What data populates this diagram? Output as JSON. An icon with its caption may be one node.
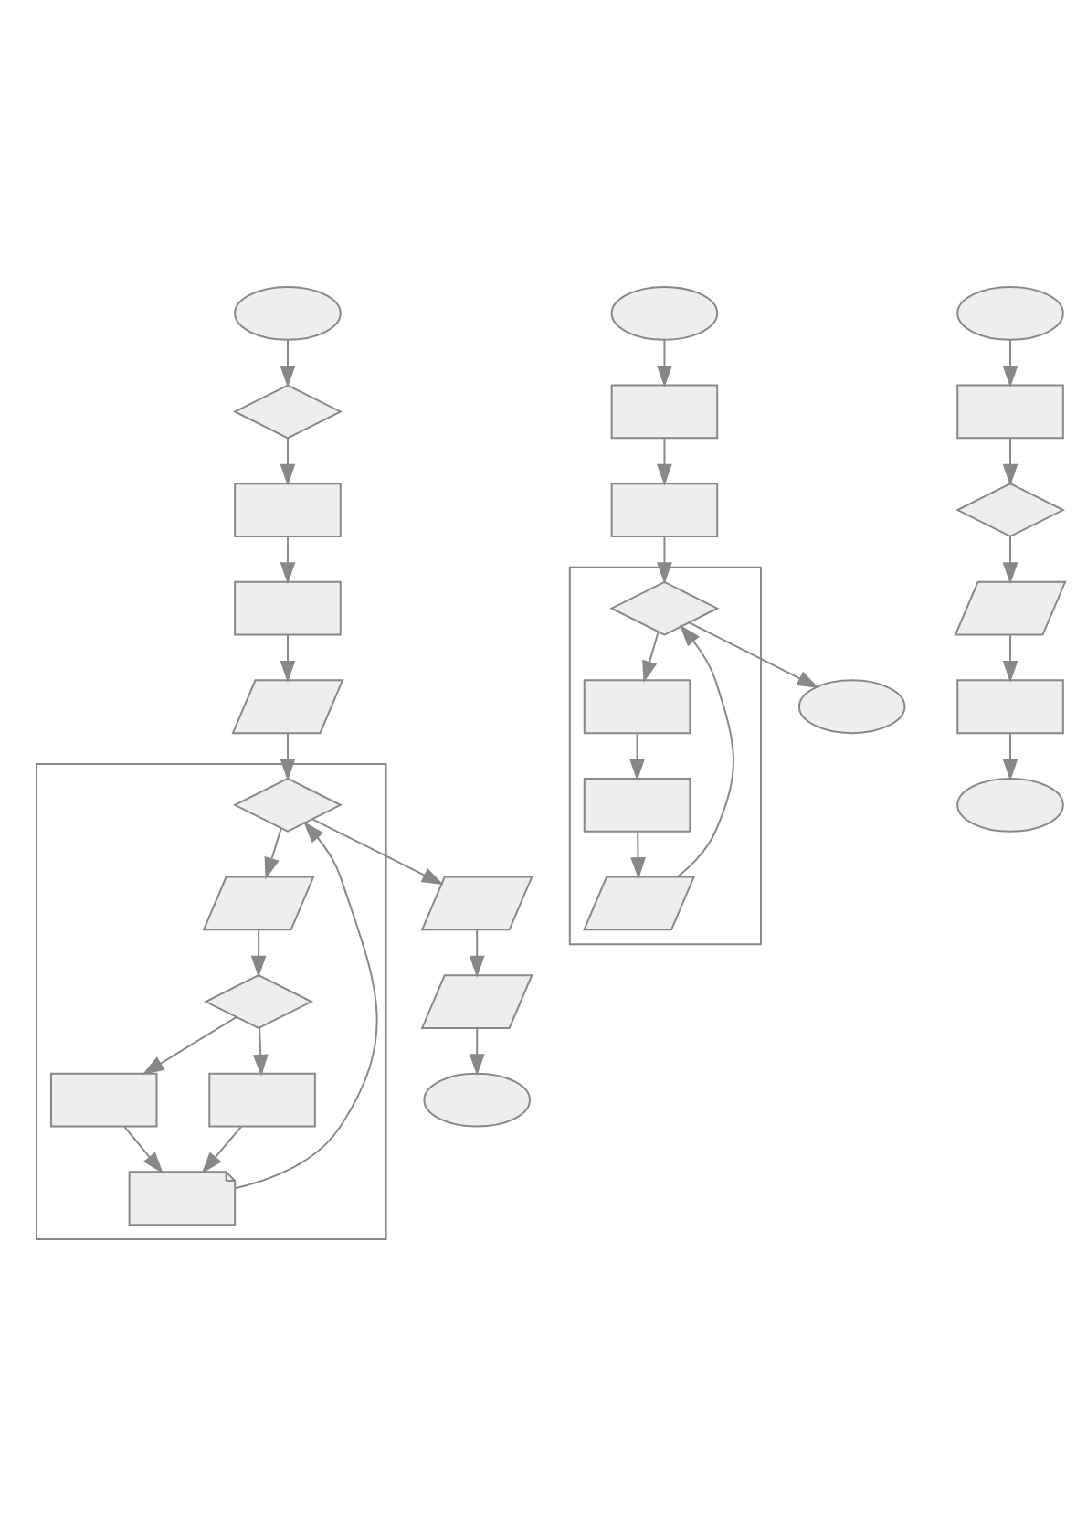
{
  "diagram": {
    "nodes": [
      {
        "text": [],
        "shape": "ellipse"
      },
      {
        "text": [],
        "shape": "diamond"
      },
      {
        "text": [],
        "shape": "box"
      },
      {
        "text": [],
        "shape": "box"
      },
      {
        "text": [],
        "shape": "parallelogram"
      },
      {
        "text": [],
        "shape": "box"
      },
      {
        "text": [],
        "shape": "diamond",
        "in": 5
      },
      {
        "text": [],
        "shape": "parallelogram",
        "in": 5
      },
      {
        "text": [],
        "shape": "diamond",
        "in": 5
      },
      {
        "text": [],
        "shape": "box",
        "in": 5
      },
      {
        "text": [],
        "shape": "box",
        "in": 5
      },
      {
        "text": [],
        "shape": "document",
        "in": 5
      },
      {
        "text": [],
        "shape": "parallelogram"
      },
      {
        "text": [],
        "shape": "parallelogram"
      },
      {
        "text": [],
        "shape": "ellipse"
      },
      {
        "text": [],
        "shape": "ellipse"
      },
      {
        "text": [],
        "shape": "box"
      },
      {
        "text": [],
        "shape": "box"
      },
      {
        "text": [],
        "shape": "box"
      },
      {
        "text": [],
        "shape": "diamond",
        "in": 18
      },
      {
        "text": [],
        "shape": "box",
        "in": 18
      },
      {
        "text": [],
        "shape": "box",
        "in": 18
      },
      {
        "text": [],
        "shape": "parallelogram",
        "in": 18
      },
      {
        "text": [],
        "shape": "ellipse"
      },
      {
        "text": [],
        "shape": "ellipse"
      },
      {
        "text": [],
        "shape": "box"
      },
      {
        "text": [],
        "shape": "diamond"
      },
      {
        "text": [],
        "shape": "parallelogram"
      },
      {
        "text": [],
        "shape": "box"
      },
      {
        "text": [],
        "shape": "ellipse"
      }
    ],
    "edges": [
      {
        "from": 0,
        "to": 1,
        "arrow": "to"
      },
      {
        "from": 1,
        "to": 2,
        "arrow": "to"
      },
      {
        "from": 2,
        "to": 3,
        "arrow": "to"
      },
      {
        "from": 3,
        "to": 4,
        "arrow": "to"
      },
      {
        "from": 4,
        "to": 6,
        "arrow": "to"
      },
      {
        "from": 6,
        "to": 7,
        "arrow": "to"
      },
      {
        "from": 7,
        "to": 8,
        "arrow": "to"
      },
      {
        "from": 8,
        "to": 9,
        "arrow": "to"
      },
      {
        "from": 8,
        "to": 10,
        "arrow": "to"
      },
      {
        "from": 9,
        "to": 11,
        "arrow": "to"
      },
      {
        "from": 10,
        "to": 11,
        "arrow": "to"
      },
      {
        "from": 11,
        "to": 6,
        "arrow": "to"
      },
      {
        "from": 6,
        "to": 12,
        "arrow": "to"
      },
      {
        "from": 12,
        "to": 13,
        "arrow": "to"
      },
      {
        "from": 13,
        "to": 14,
        "arrow": "to"
      },
      {
        "from": 15,
        "to": 16,
        "arrow": "to"
      },
      {
        "from": 16,
        "to": 17,
        "arrow": "to"
      },
      {
        "from": 17,
        "to": 19,
        "arrow": "to"
      },
      {
        "from": 19,
        "to": 20,
        "arrow": "to"
      },
      {
        "from": 20,
        "to": 21,
        "arrow": "to"
      },
      {
        "from": 21,
        "to": 22,
        "arrow": "to"
      },
      {
        "from": 22,
        "to": 19,
        "arrow": "to"
      },
      {
        "from": 19,
        "to": 23,
        "arrow": "to"
      },
      {
        "from": 24,
        "to": 25,
        "arrow": "to"
      },
      {
        "from": 25,
        "to": 26,
        "arrow": "to"
      },
      {
        "from": 26,
        "to": 27,
        "arrow": "to"
      },
      {
        "from": 27,
        "to": 28,
        "arrow": "to"
      },
      {
        "from": 28,
        "to": 29,
        "arrow": "to"
      }
    ]
  }
}
